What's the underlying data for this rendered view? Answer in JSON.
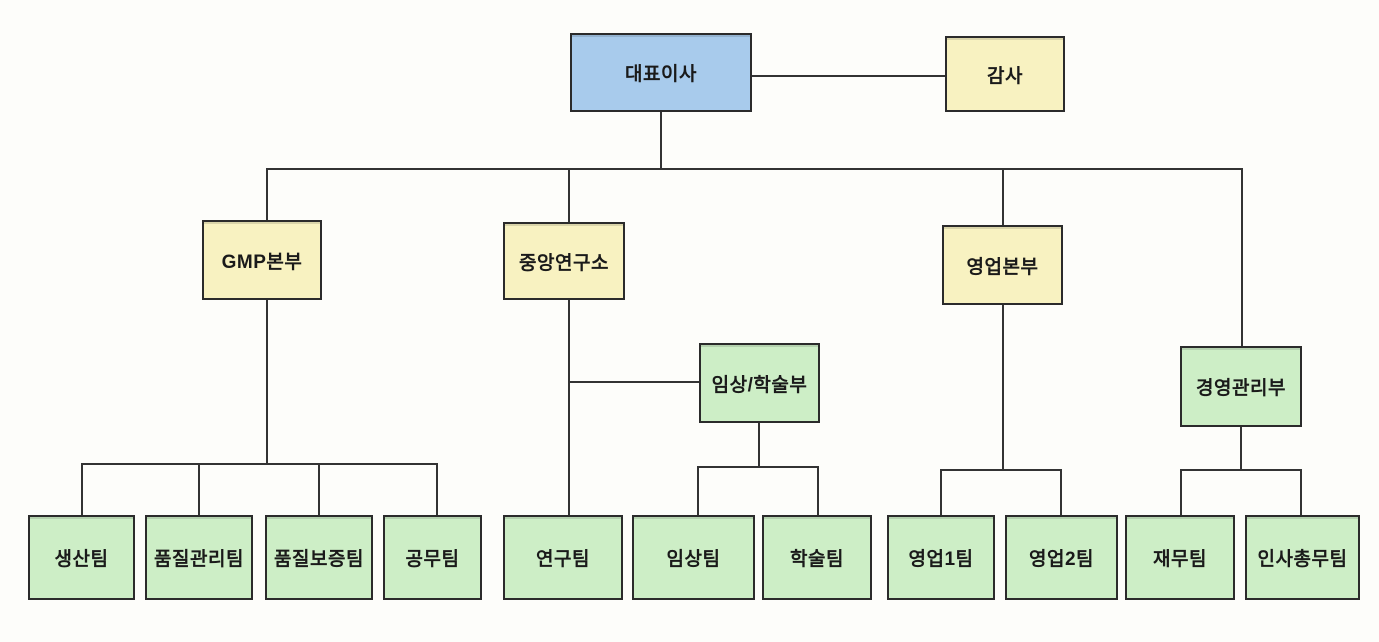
{
  "colors": {
    "executive_fill": "#a8cbec",
    "division_fill": "#f8f2c1",
    "team_fill": "#cdeec6",
    "border": "#2b2b2b",
    "line": "#333333",
    "text": "#1a1a1a",
    "background": "#fdfdfa"
  },
  "nodes": {
    "ceo": "대표이사",
    "auditor": "감사",
    "gmp_division": "GMP본부",
    "central_research_lab": "중앙연구소",
    "sales_division": "영업본부",
    "clinical_academic_dept": "임상/학술부",
    "management_dept": "경영관리부",
    "production_team": "생산팀",
    "quality_control_team": "품질관리팀",
    "quality_assurance_team": "품질보증팀",
    "engineering_team": "공무팀",
    "research_team": "연구팀",
    "clinical_team": "임상팀",
    "academic_team": "학술팀",
    "sales_team_1": "영업1팀",
    "sales_team_2": "영업2팀",
    "finance_team": "재무팀",
    "hr_general_affairs_team": "인사총무팀"
  },
  "hierarchy": {
    "ceo": [
      "gmp_division",
      "central_research_lab",
      "sales_division",
      "management_dept"
    ],
    "ceo_staff": [
      "auditor"
    ],
    "gmp_division": [
      "production_team",
      "quality_control_team",
      "quality_assurance_team",
      "engineering_team"
    ],
    "central_research_lab": [
      "research_team",
      "clinical_academic_dept"
    ],
    "clinical_academic_dept": [
      "clinical_team",
      "academic_team"
    ],
    "sales_division": [
      "sales_team_1",
      "sales_team_2"
    ],
    "management_dept": [
      "finance_team",
      "hr_general_affairs_team"
    ]
  }
}
